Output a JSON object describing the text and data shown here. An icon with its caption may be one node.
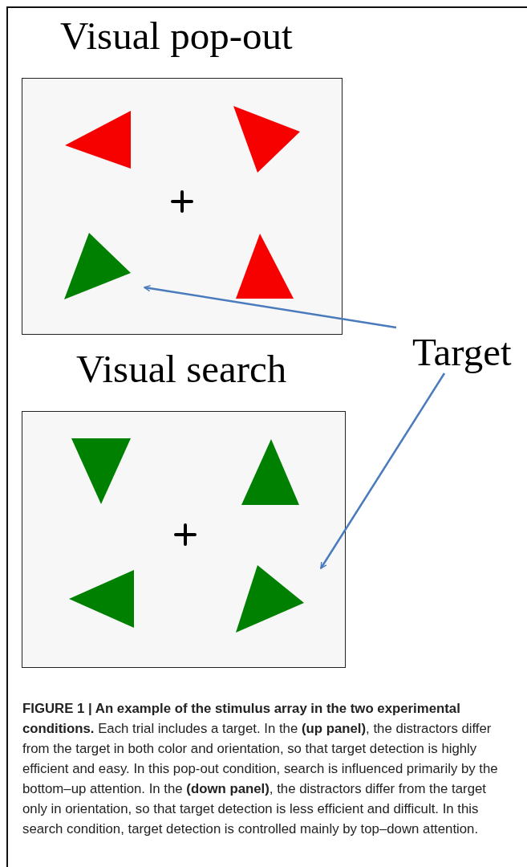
{
  "diagram": {
    "caption": "**FIGURE 1 | An example of the stimulus array in the two experimental conditions.** Each trial includes a target. In the **(up panel)**, the distractors differ from the target in both color and orientation, so that target detection is highly efficient and easy. In this pop-out condition, search is influenced primarily by the bottom–up attention. In the **(down panel)**, the distractors differ from the target only in orientation, so that target detection is less efficient and difficult. In this search condition, target detection is controlled mainly by top–down attention.",
    "nodes": [
      {
        "text": [
          "Visual pop-out"
        ]
      },
      {
        "text": [],
        "shape": "triangle",
        "in": 0
      },
      {
        "text": [
          "Target"
        ]
      },
      {
        "text": [
          "Visual search"
        ]
      },
      {
        "text": [],
        "shape": "triangle",
        "in": 3
      }
    ],
    "edges": [
      {
        "from": 2,
        "to": 1,
        "arrow": "to"
      },
      {
        "from": 2,
        "to": 4,
        "arrow": "to"
      }
    ]
  }
}
